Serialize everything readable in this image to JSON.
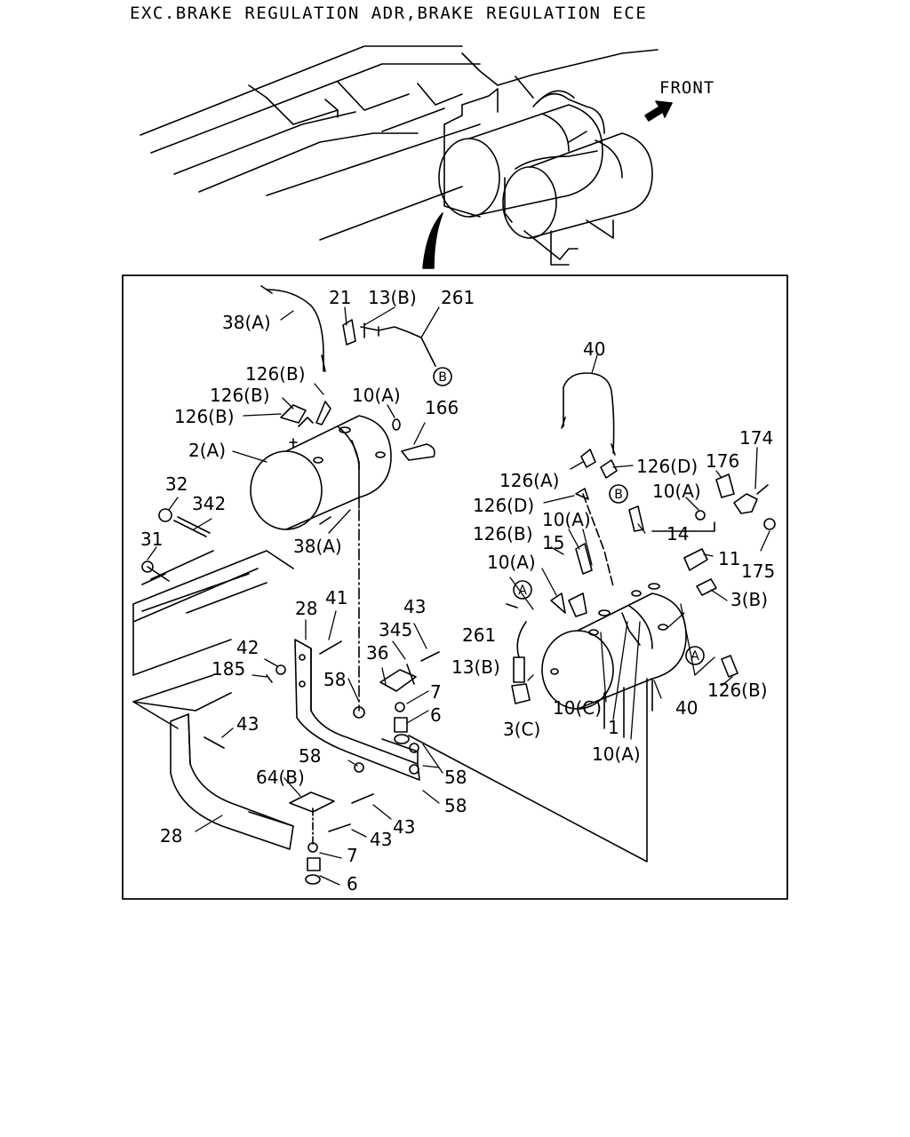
{
  "header": {
    "title": "EXC.BRAKE REGULATION ADR,BRAKE REGULATION ECE",
    "front_label": "FRONT"
  },
  "callouts": {
    "c38a_top": "38(A)",
    "c21": "21",
    "c13b_top": "13(B)",
    "c261_top": "261",
    "c126b_1": "126(B)",
    "c126b_2": "126(B)",
    "c126b_3": "126(B)",
    "c10a_top": "10(A)",
    "c166": "166",
    "c2a": "2(A)",
    "c32": "32",
    "c342": "342",
    "c31": "31",
    "c38a_low": "38(A)",
    "c40_top": "40",
    "c126a": "126(A)",
    "c126d_r": "126(D)",
    "c176": "176",
    "c174": "174",
    "c126d_l": "126(D)",
    "c10a_r1": "10(A)",
    "c10a_r2": "10(A)",
    "c126b_r": "126(B)",
    "c15": "15",
    "c14": "14",
    "c11": "11",
    "c175": "175",
    "c10a_r3": "10(A)",
    "c3b": "3(B)",
    "c261_low": "261",
    "c13b_low": "13(B)",
    "c126b_low": "126(B)",
    "c40_low": "40",
    "c3c": "3(C)",
    "c10c": "10(C)",
    "c1": "1",
    "c10a_bot": "10(A)",
    "c28_top": "28",
    "c41": "41",
    "c43_a": "43",
    "c345": "345",
    "c42": "42",
    "c36": "36",
    "c185": "185",
    "c58_a": "58",
    "c7_a": "7",
    "c6_a": "6",
    "c43_b": "43",
    "c58_b": "58",
    "c58_c": "58",
    "c64b": "64(B)",
    "c58_d": "58",
    "c43_c": "43",
    "c43_d": "43",
    "c28_low": "28",
    "c7_b": "7",
    "c6_b": "6"
  },
  "ref_markers": {
    "a": "A",
    "b": "B"
  }
}
